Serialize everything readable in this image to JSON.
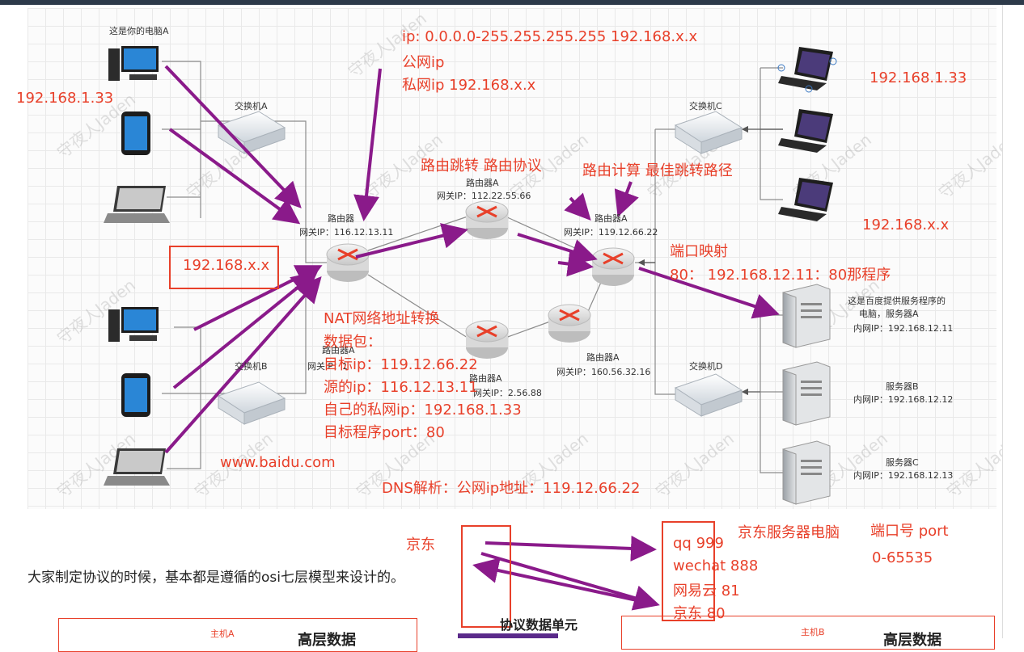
{
  "labels": {
    "pc_a": "这是你的电脑A",
    "switch_a": "交换机A",
    "switch_b": "交换机B",
    "switch_c": "交换机C",
    "switch_d": "交换机D",
    "router_left": "路由器",
    "router_left_ip": "网关IP：116.12.13.11",
    "router_top": "路由器A",
    "router_top_ip": "网关IP：112.22.55.66",
    "router_right": "路由器A",
    "router_right_ip": "网关IP：119.12.66.22",
    "router_bot1": "路由器A",
    "router_bot1_ip": "网关IP：1",
    "router_bot2": "路由器A",
    "router_bot2_ip": "网关IP：2.56.88",
    "router_bot3": "路由器A",
    "router_bot3_ip": "网关IP：160.56.32.16",
    "server_a_1": "这是百度提供服务程序的",
    "server_a_2": "电脑，服务器A",
    "server_a_ip": "内网IP：192.168.12.11",
    "server_b": "服务器B",
    "server_b_ip": "内网IP：192.168.12.12",
    "server_c": "服务器C",
    "server_c_ip": "内网IP：192.168.12.13"
  },
  "annotations": {
    "ip_range": "ip:  0.0.0.0-255.255.255.255    192.168.x.x",
    "public_ip": "公网ip",
    "private_ip": "私网ip  192.168.x.x",
    "left_ip": "192.168.1.33",
    "box_ip": "192.168.x.x",
    "routing": "路由跳转  路由协议",
    "routing_calc": "路由计算  最佳跳转路径",
    "right_ip_top": "192.168.1.33",
    "right_ip_mid": "192.168.x.x",
    "port_map": "端口映射",
    "port_map_rule": "80：  192.168.12.11：80那程序",
    "nat": "NAT网络地址转换",
    "packet": "数据包：",
    "dest_ip": "目标ip：119.12.66.22",
    "src_ip": "源的ip：116.12.13.11",
    "own_ip": "自己的私网ip：192.168.1.33",
    "dest_port": "目标程序port：80",
    "baidu": "www.baidu.com",
    "dns": "DNS解析：公网ip地址：119.12.66.22",
    "jd": "京东",
    "jd_server": "京东服务器电脑",
    "port_title": "端口号  port",
    "port_range": "0-65535",
    "port_list": [
      "qq    999",
      "wechat  888",
      "网易云   81",
      "京东     80"
    ]
  },
  "bottom": {
    "note": "大家制定协议的时候，基本都是遵循的osi七层模型来设计的。",
    "pdu": "协议数据单元",
    "host_a": "主机A",
    "host_b": "主机B",
    "high_data": "高层数据"
  },
  "watermark": "守夜人Jaden",
  "colors": {
    "annotation": "#e8402a",
    "arrow": "#8a1a8a",
    "line": "#8c8c8c"
  }
}
